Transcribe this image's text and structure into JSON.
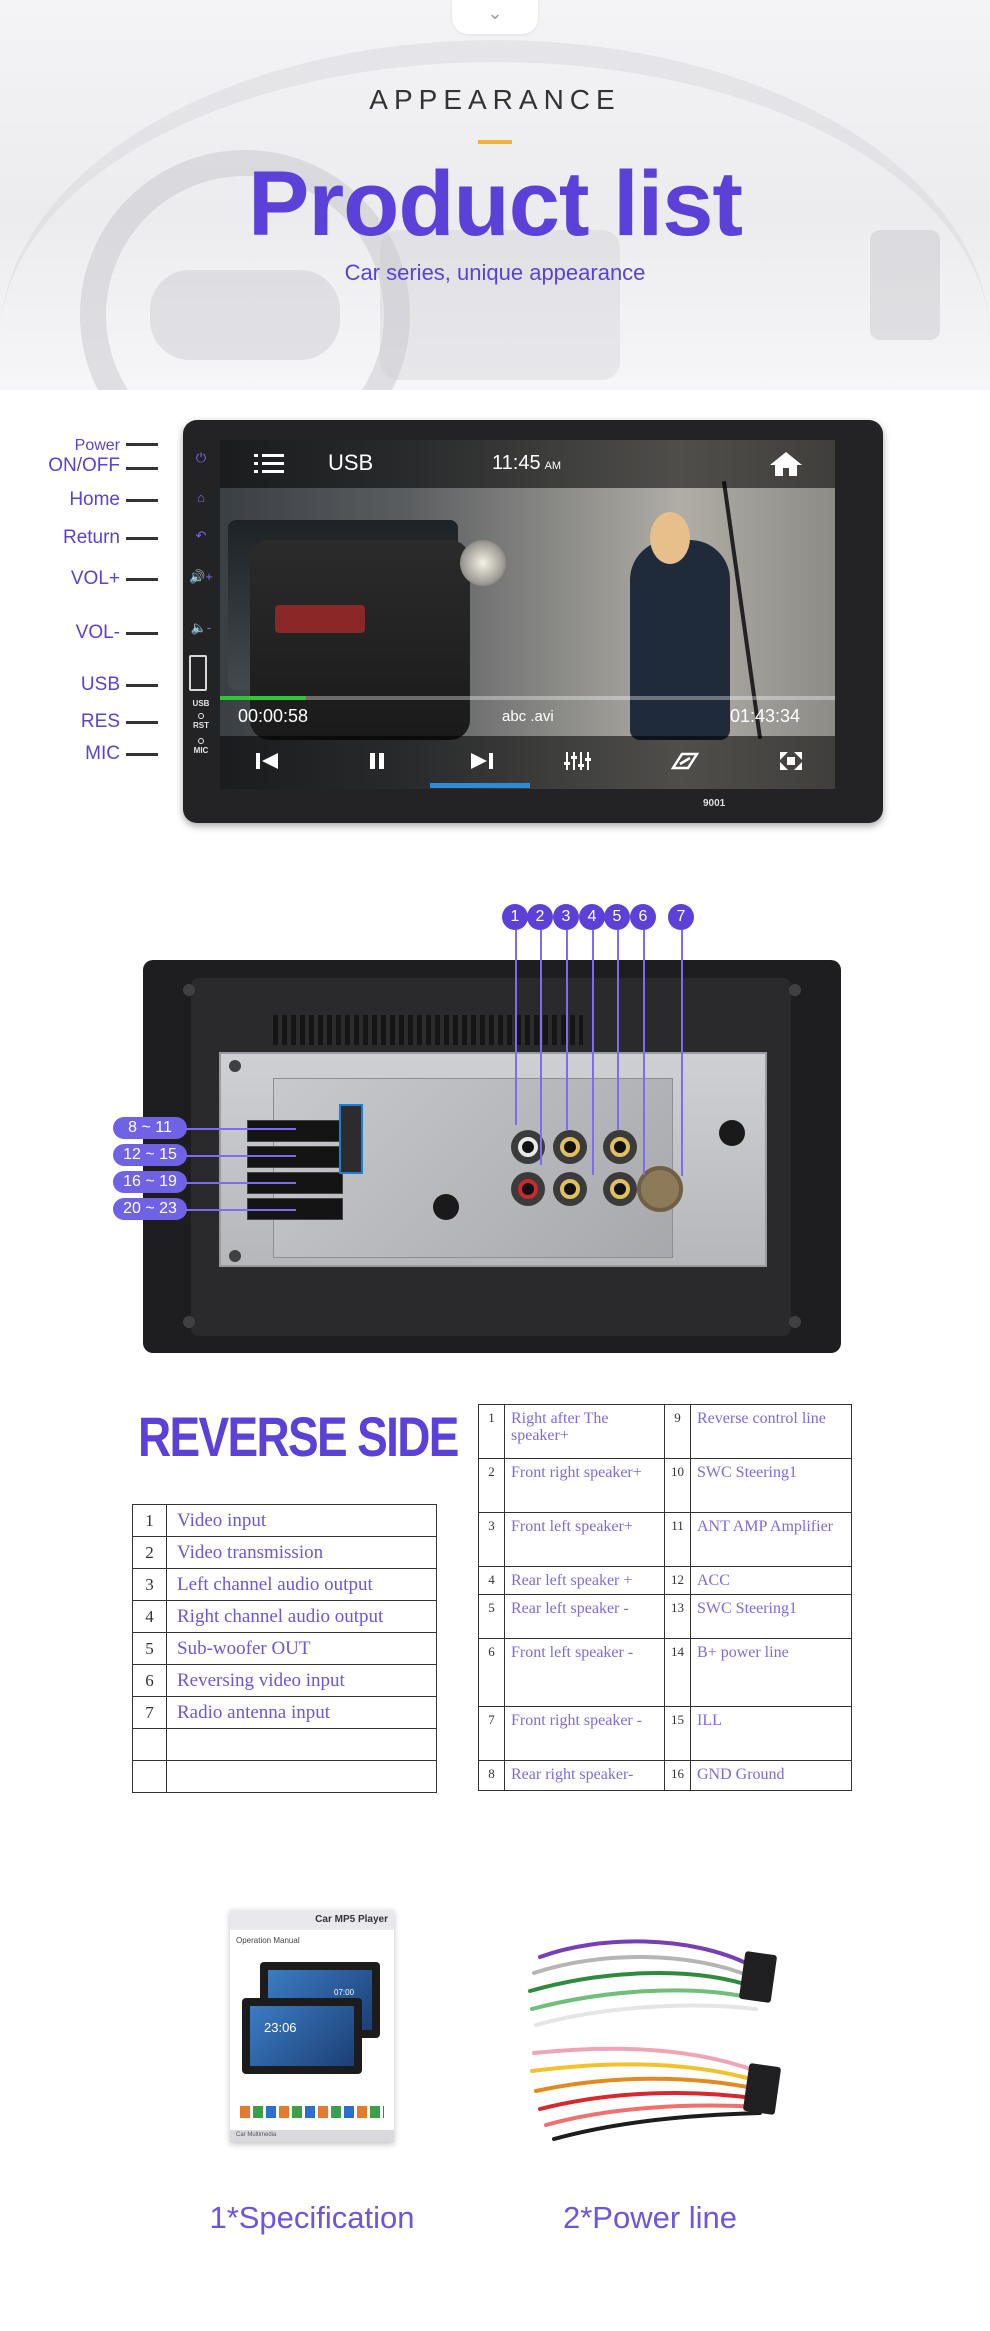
{
  "header": {
    "section_label": "APPEARANCE",
    "title": "Product list",
    "subtitle": "Car series, unique appearance"
  },
  "device": {
    "model": "9001",
    "buttons": [
      {
        "label_top": "Power",
        "label": "ON/OFF",
        "icon": "power-icon"
      },
      {
        "label": "Home",
        "icon": "home-icon"
      },
      {
        "label": "Return",
        "icon": "return-icon"
      },
      {
        "label": "VOL+",
        "icon": "volume-up-icon"
      },
      {
        "label": "VOL-",
        "icon": "volume-down-icon"
      },
      {
        "label": "USB",
        "icon": "usb-port-icon"
      },
      {
        "label": "RES",
        "icon": "reset-icon"
      },
      {
        "label": "MIC",
        "icon": "mic-icon"
      }
    ],
    "panel_labels": {
      "usb": "USB",
      "rst": "RST",
      "mic": "MIC"
    },
    "screen": {
      "source": "USB",
      "time": "11:45",
      "time_suffix": "AM",
      "elapsed": "00:00:58",
      "filename": "abc .avi",
      "total": "01:43:34",
      "progress": 0.14
    }
  },
  "back_view": {
    "pin_numbers": [
      "1",
      "2",
      "3",
      "4",
      "5",
      "6",
      "7"
    ],
    "harness_ranges": [
      "8 ~ 11",
      "12 ~ 15",
      "16 ~ 19",
      "20 ~ 23"
    ]
  },
  "reverse_side": {
    "title": "REVERSE SIDE",
    "table1": [
      {
        "n": "1",
        "v": "Video input"
      },
      {
        "n": "2",
        "v": "Video transmission"
      },
      {
        "n": "3",
        "v": "Left channel audio output"
      },
      {
        "n": "4",
        "v": "Right channel audio output"
      },
      {
        "n": "5",
        "v": "Sub-woofer OUT"
      },
      {
        "n": "6",
        "v": "Reversing video input"
      },
      {
        "n": "7",
        "v": "Radio antenna input"
      }
    ],
    "table2": [
      {
        "n1": "1",
        "v1": "Right after The speaker+",
        "n2": "9",
        "v2": "Reverse control line"
      },
      {
        "n1": "2",
        "v1": "Front right speaker+",
        "n2": "10",
        "v2": "SWC Steering1"
      },
      {
        "n1": "3",
        "v1": "Front left speaker+",
        "n2": "11",
        "v2": "ANT AMP Amplifier"
      },
      {
        "n1": "4",
        "v1": "Rear left speaker +",
        "n2": "12",
        "v2": "ACC"
      },
      {
        "n1": "5",
        "v1": "Rear left speaker -",
        "n2": "13",
        "v2": "SWC Steering1"
      },
      {
        "n1": "6",
        "v1": "Front left speaker -",
        "n2": "14",
        "v2": "B+ power line"
      },
      {
        "n1": "7",
        "v1": "Front right speaker -",
        "n2": "15",
        "v2": "ILL"
      },
      {
        "n1": "8",
        "v1": "Rear right speaker-",
        "n2": "16",
        "v2": "GND Ground"
      }
    ]
  },
  "accessories": {
    "manual": {
      "header": "Car MP5 Player",
      "subheader": "Operation Manual",
      "time_a": "23:06",
      "time_b": "07:00",
      "footer": "Car Multimedia"
    },
    "items": [
      {
        "label": "1*Specification"
      },
      {
        "label": "2*Power line"
      }
    ]
  },
  "colors": {
    "accent": "#5b41d8",
    "highlight": "#f2b233",
    "progress": "#32c53a"
  }
}
